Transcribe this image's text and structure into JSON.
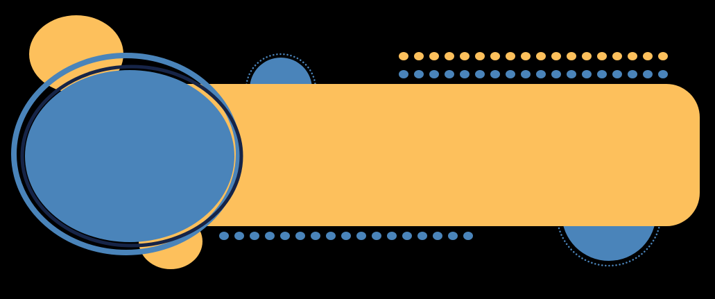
{
  "colors": {
    "background": "#000000",
    "yellow": "#FDC05C",
    "blue": "#4A84BA",
    "navy": "#162447"
  },
  "banner": {
    "text": ""
  },
  "dot_rows": {
    "top_yellow_count": 18,
    "top_blue_count": 18,
    "bottom_blue_count": 17
  }
}
